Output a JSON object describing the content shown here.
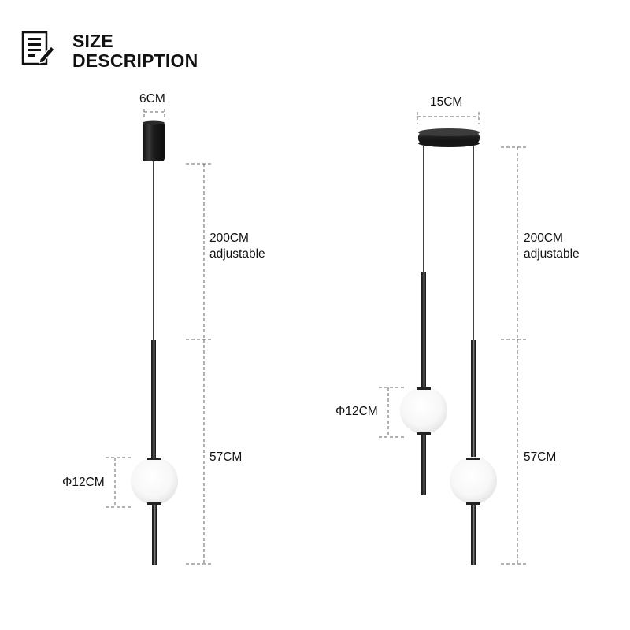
{
  "header": {
    "icon": "document-edit-icon",
    "title_line1": "SIZE",
    "title_line2": "DESCRIPTION"
  },
  "single_pendant": {
    "canopy_width": "6CM",
    "cable_length": "200CM",
    "cable_note": "adjustable",
    "rod_length": "57CM",
    "globe_diameter": "Φ12CM"
  },
  "double_pendant": {
    "canopy_width": "15CM",
    "cable_length": "200CM",
    "cable_note": "adjustable",
    "rod_length": "57CM",
    "globe_diameter": "Φ12CM"
  }
}
